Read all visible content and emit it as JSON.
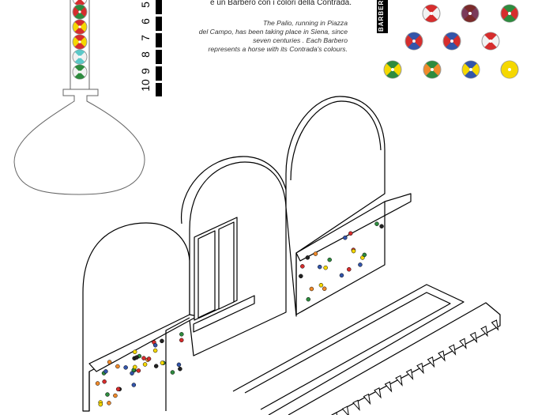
{
  "text": {
    "italian_caption": "è un Barbero con i colori della Contrada.",
    "english_caption": [
      "The Palio, running in Piazza",
      "del Campo, has been taking place in Siena, since",
      "seven centuries . Each Barbero",
      "represents a horse with its Contrada's colours."
    ],
    "tag_label": "BARBERI"
  },
  "ruler": {
    "numbers": [
      "5",
      "6",
      "7",
      "8",
      "9",
      "10"
    ]
  },
  "barberi": [
    {
      "colors": [
        "#d62d2d",
        "#f2f2f2"
      ]
    },
    {
      "colors": [
        "#7a2a2a",
        "#7a3a5a"
      ]
    },
    {
      "colors": [
        "#2e8b3e",
        "#d62d2d"
      ]
    },
    {
      "colors": [
        "#3355aa",
        "#d62d2d",
        "#f2f2f2"
      ]
    },
    {
      "colors": [
        "#3355aa",
        "#d62d2d"
      ]
    },
    {
      "colors": [
        "#d62d2d",
        "#f2f2f2"
      ]
    },
    {
      "colors": [
        "#2e8b3e",
        "#f5d800"
      ]
    },
    {
      "colors": [
        "#2e8b3e",
        "#f08a2a"
      ]
    },
    {
      "colors": [
        "#3355aa",
        "#f5d800"
      ]
    },
    {
      "colors": [
        "#f5d800",
        "#f5d800"
      ]
    }
  ],
  "tube_barberi": [
    {
      "colors": [
        "#2e8b3e",
        "#d62d2d"
      ]
    },
    {
      "colors": [
        "#d62d2d",
        "#f5d800"
      ]
    },
    {
      "colors": [
        "#d62d2d",
        "#f5d800"
      ]
    },
    {
      "colors": [
        "#5cc8c8",
        "#f2f2f2"
      ]
    },
    {
      "colors": [
        "#2e8b3e",
        "#f2f2f2"
      ]
    }
  ]
}
